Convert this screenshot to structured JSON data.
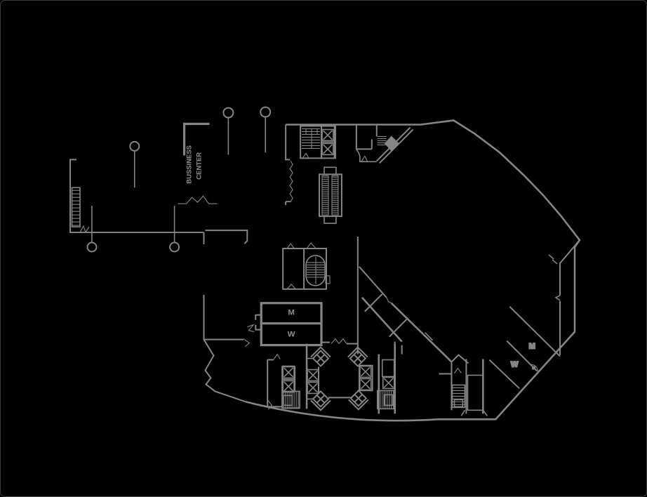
{
  "page": {
    "background": "#000000",
    "border": "#3d3d3d"
  },
  "colors": {
    "wall": "#858585",
    "hatch": "#7c7c7c",
    "text": "#8e8e8e",
    "solid_fill": "#8a8a8a"
  },
  "plan": {
    "business_center": {
      "line1": "BUSSINESS",
      "line2": "CENTER"
    },
    "center_restrooms": {
      "men": "M",
      "women": "W"
    },
    "right_restrooms": {
      "men": "M",
      "women": "W"
    }
  }
}
